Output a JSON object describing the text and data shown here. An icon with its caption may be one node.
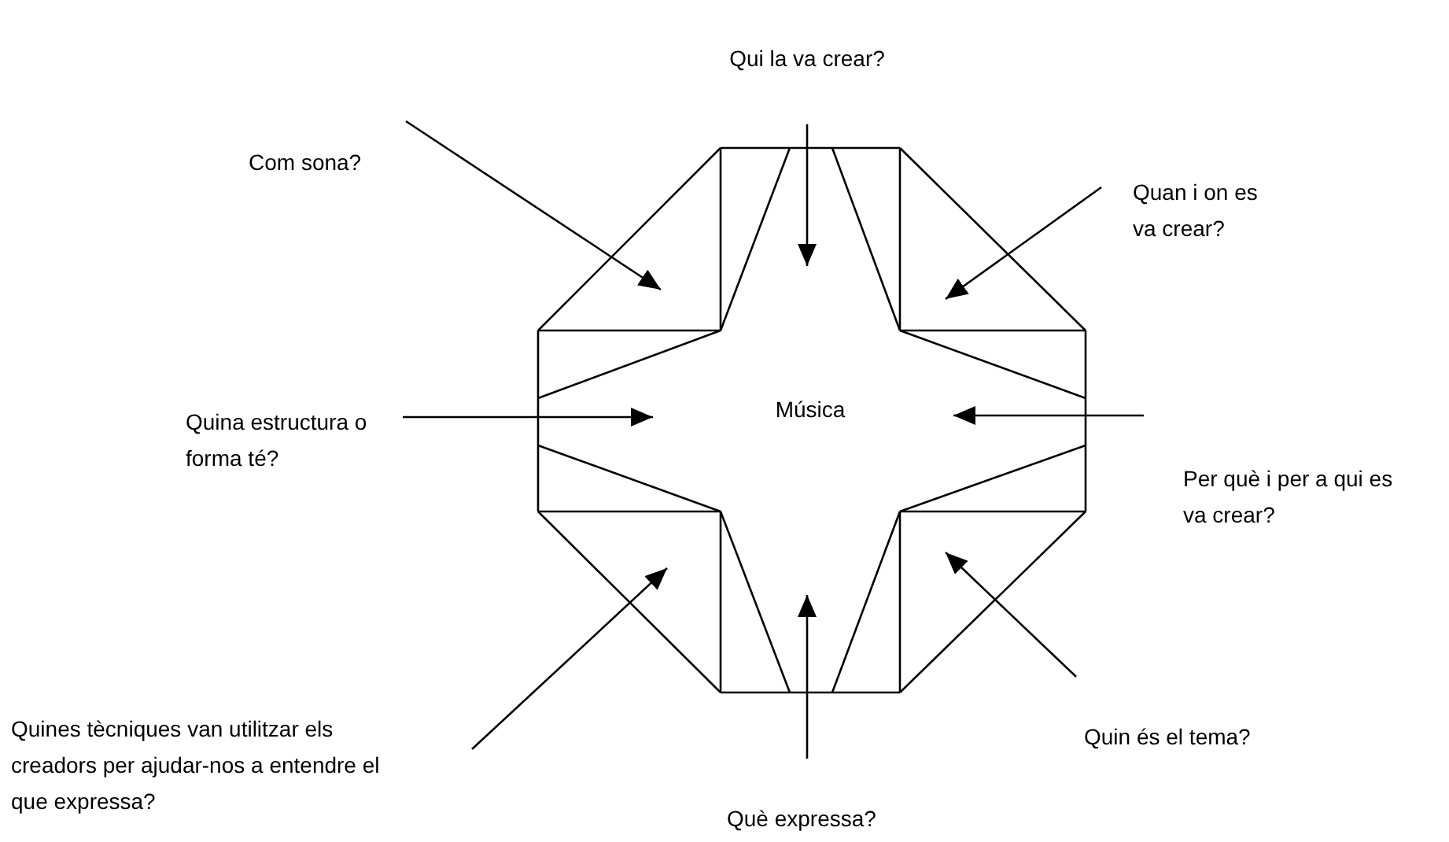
{
  "diagram": {
    "nodes": [
      {
        "text": [
          "Qui la va crear?"
        ]
      },
      {
        "text": [
          "Com sona?"
        ]
      },
      {
        "text": [
          "Quan i on es va crear?"
        ]
      },
      {
        "text": [
          "Quina estructura o forma té?"
        ]
      },
      {
        "text": [
          "Música"
        ]
      },
      {
        "text": [
          "Per què i per a qui es va crear?"
        ]
      },
      {
        "text": [
          "Quines tècniques van utilitzar els creadors per ajudar-nos a entendre el que expressa?"
        ]
      },
      {
        "text": [
          "Quin és el tema?"
        ]
      },
      {
        "text": [
          "Què expressa?"
        ]
      }
    ],
    "edges": [
      {
        "from": 0,
        "to": null,
        "arrow": "to"
      },
      {
        "from": 1,
        "to": null,
        "arrow": "to"
      },
      {
        "from": 2,
        "to": null,
        "arrow": "to"
      },
      {
        "from": 3,
        "to": null,
        "arrow": "to"
      },
      {
        "from": 5,
        "to": null,
        "arrow": "to"
      },
      {
        "from": 6,
        "to": null,
        "arrow": "to"
      },
      {
        "from": 7,
        "to": null,
        "arrow": "to"
      },
      {
        "from": 8,
        "to": null,
        "arrow": "to"
      }
    ]
  }
}
